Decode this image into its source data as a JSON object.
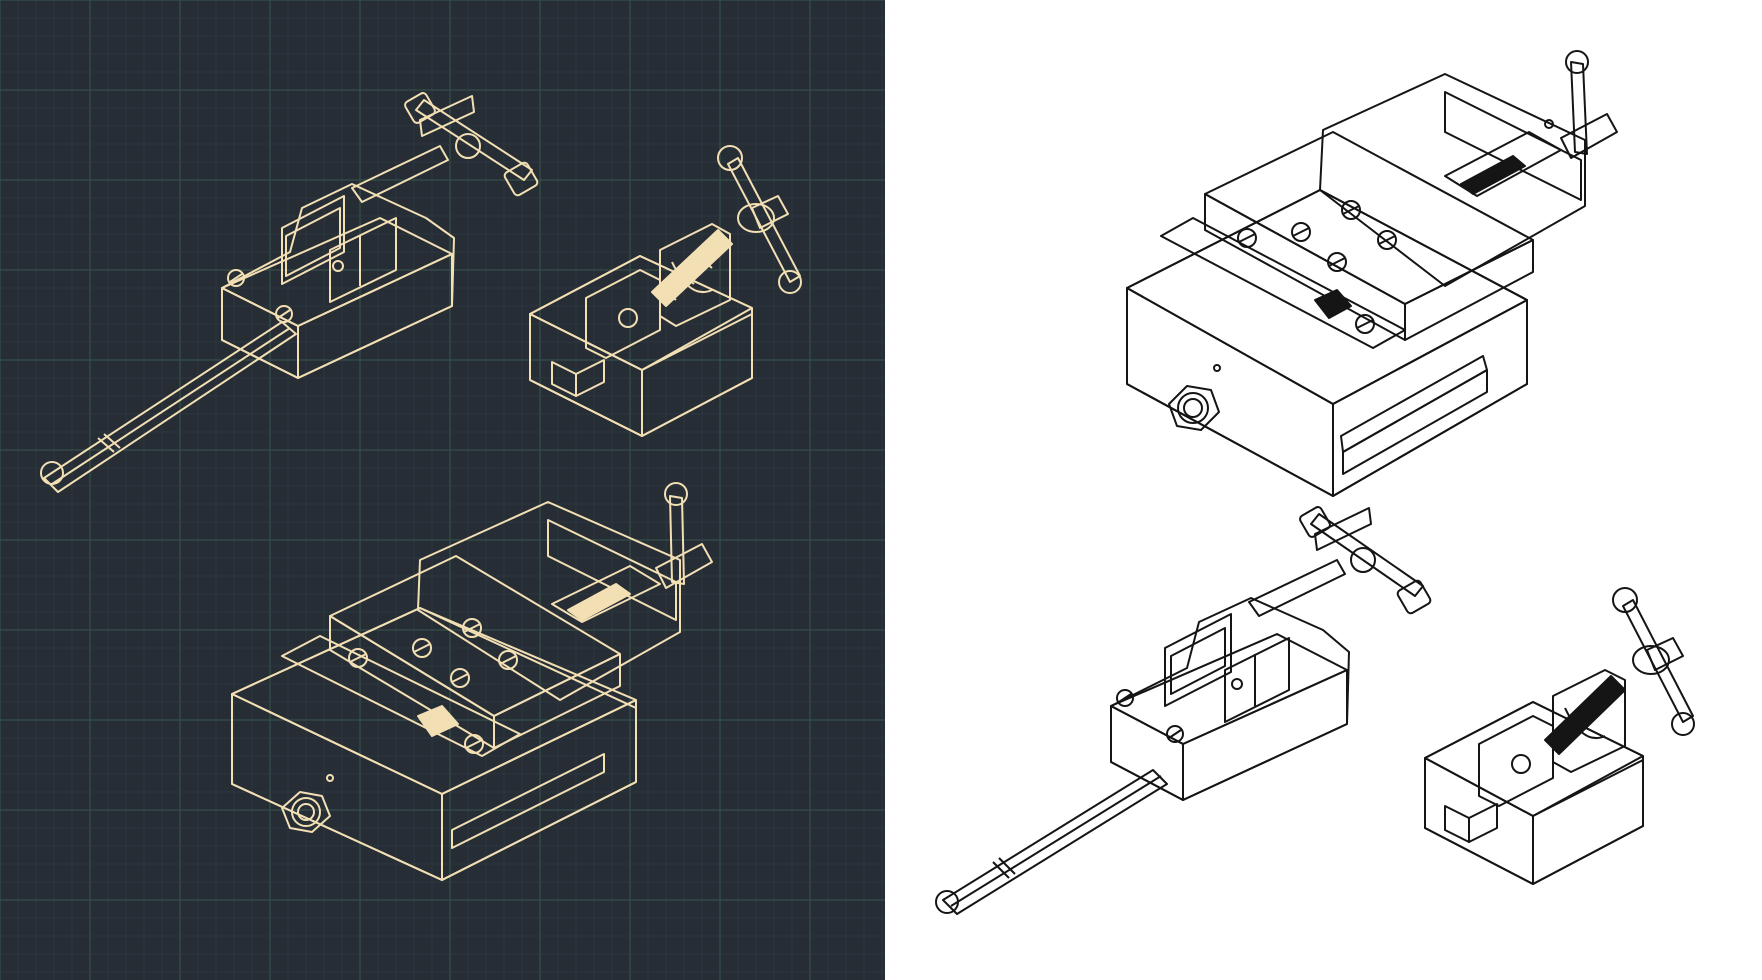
{
  "colors": {
    "blueprint_bg": "#262d35",
    "grid_minor": "#2f3a42",
    "grid_major": "#355049",
    "line_cream": "#f3dfb4",
    "fill_cream": "#f3dfb4",
    "line_dark": "#151515",
    "paper_bg": "#ffffff"
  },
  "panels": [
    {
      "name": "blueprint-panel",
      "style": "dark",
      "drawings": [
        "drill-press-vise-long-handle",
        "small-drill-vise",
        "precision-machine-vise"
      ]
    },
    {
      "name": "line-art-panel",
      "style": "light",
      "drawings": [
        "precision-machine-vise",
        "drill-press-vise-long-handle",
        "small-drill-vise"
      ]
    }
  ],
  "icons": [
    "vise-icon",
    "screw-icon",
    "handle-icon",
    "nut-icon"
  ]
}
